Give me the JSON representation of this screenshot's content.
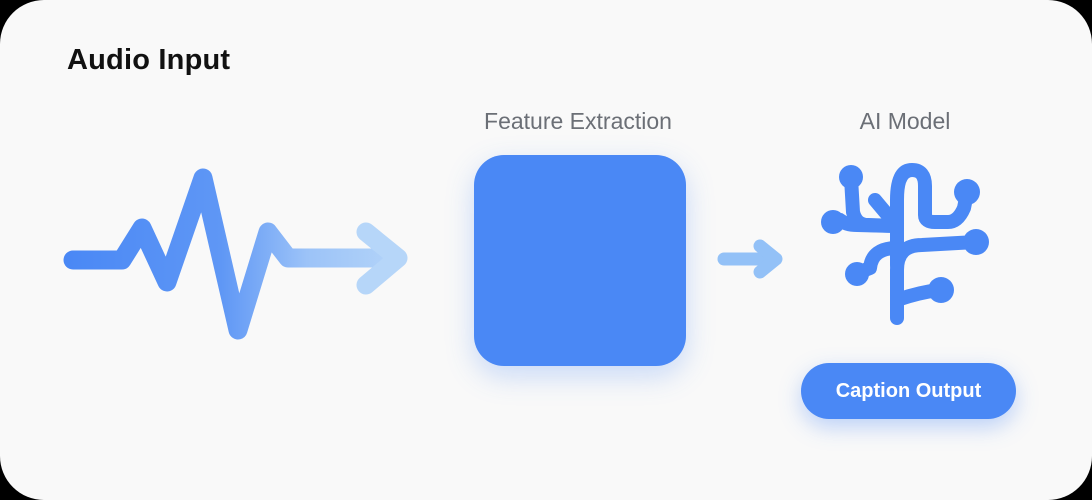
{
  "diagram": {
    "title": "Audio Input",
    "stages": [
      {
        "label": "Feature Extraction"
      },
      {
        "label": "AI Model"
      }
    ],
    "output_button": "Caption Output"
  },
  "icons": {
    "waveform": "audio-waveform-icon",
    "model": "neural-tree-icon",
    "arrow": "arrow-right-icon"
  },
  "colors": {
    "accent": "#4a88f5",
    "accent_light": "#a9cdf7",
    "background": "#f9f9f9",
    "label_gray": "#6b6f76"
  }
}
